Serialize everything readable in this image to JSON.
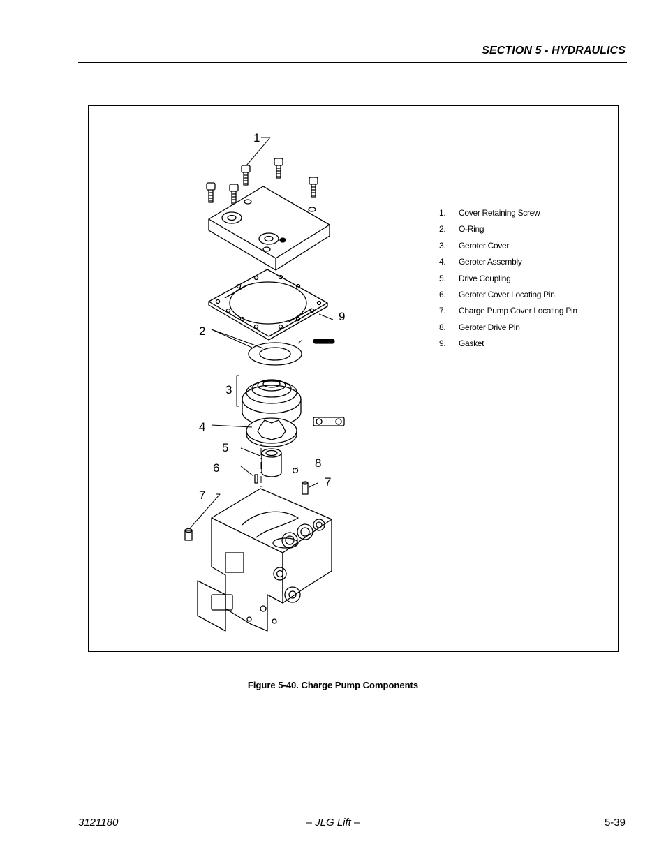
{
  "header": {
    "section_title": "SECTION 5 - HYDRAULICS"
  },
  "figure": {
    "caption": "Figure 5-40.  Charge Pump Components",
    "callouts": [
      "1",
      "2",
      "3",
      "4",
      "5",
      "6",
      "7",
      "7",
      "8",
      "9"
    ],
    "legend": [
      {
        "num": "1.",
        "label": "Cover Retaining Screw"
      },
      {
        "num": "2.",
        "label": "O-Ring"
      },
      {
        "num": "3.",
        "label": "Geroter Cover"
      },
      {
        "num": "4.",
        "label": "Geroter Assembly"
      },
      {
        "num": "5.",
        "label": "Drive Coupling"
      },
      {
        "num": "6.",
        "label": "Geroter Cover Locating Pin"
      },
      {
        "num": "7.",
        "label": "Charge Pump Cover Locating Pin"
      },
      {
        "num": "8.",
        "label": "Geroter Drive Pin"
      },
      {
        "num": "9.",
        "label": "Gasket"
      }
    ]
  },
  "footer": {
    "doc_number": "3121180",
    "center": "– JLG Lift –",
    "page": "5-39"
  }
}
